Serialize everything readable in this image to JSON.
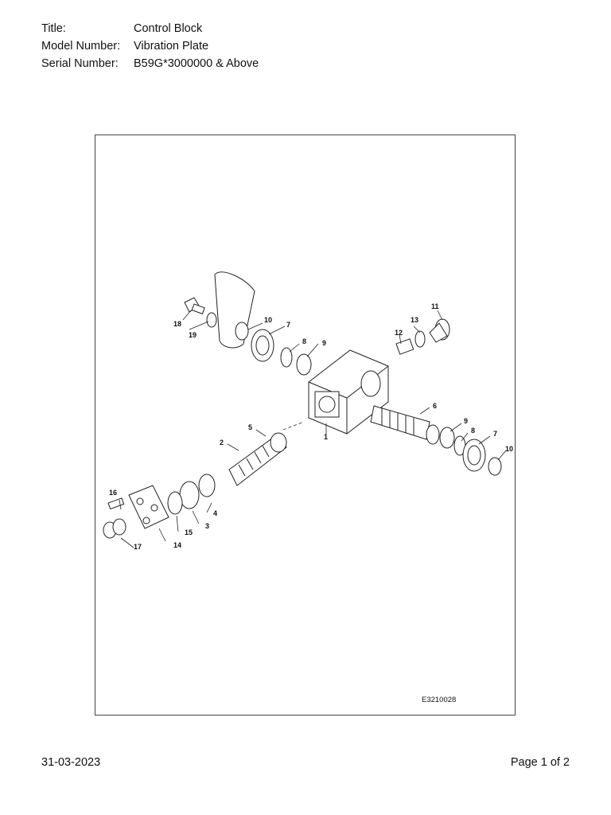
{
  "header": {
    "title_label": "Title:",
    "title_value": "Control Block",
    "model_label": "Model Number:",
    "model_value": "Vibration Plate",
    "serial_label": "Serial Number:",
    "serial_value": "B59G*3000000 & Above"
  },
  "diagram": {
    "drawing_code": "E3210028",
    "callouts": [
      "1",
      "2",
      "3",
      "4",
      "5",
      "6",
      "7",
      "8",
      "9",
      "10",
      "11",
      "12",
      "13",
      "14",
      "15",
      "16",
      "17",
      "18",
      "19",
      "7",
      "8",
      "9",
      "10"
    ]
  },
  "footer": {
    "date": "31-03-2023",
    "page": "Page 1 of 2"
  }
}
